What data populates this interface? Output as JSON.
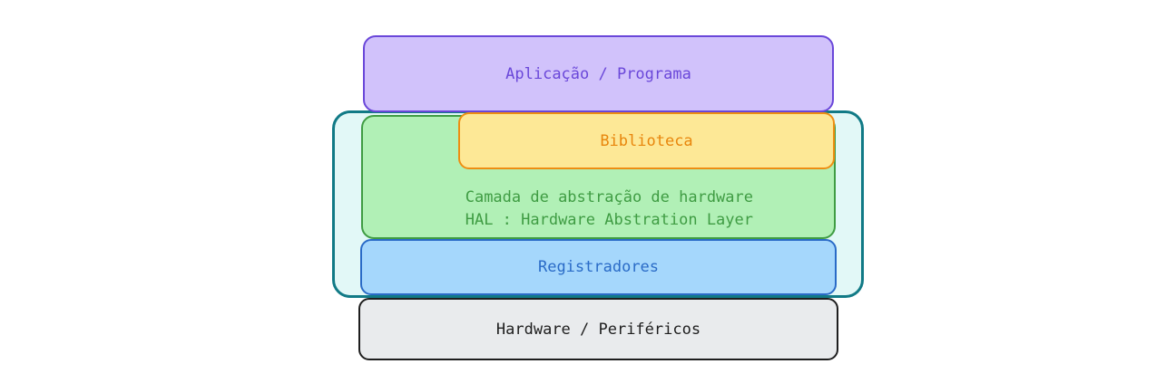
{
  "layers": {
    "application": "Aplicação / Programa",
    "library": "Biblioteca",
    "hal_line1": "Camada de abstração de hardware",
    "hal_line2": "HAL : Hardware Abstration Layer",
    "registers": "Registradores",
    "hardware": "Hardware / Periféricos"
  },
  "colors": {
    "application": "#6a47d9",
    "library": "#ee8e12",
    "hal": "#3f9c43",
    "registers": "#2a6bc7",
    "hardware": "#1e1e1e",
    "frame": "#117a86"
  }
}
